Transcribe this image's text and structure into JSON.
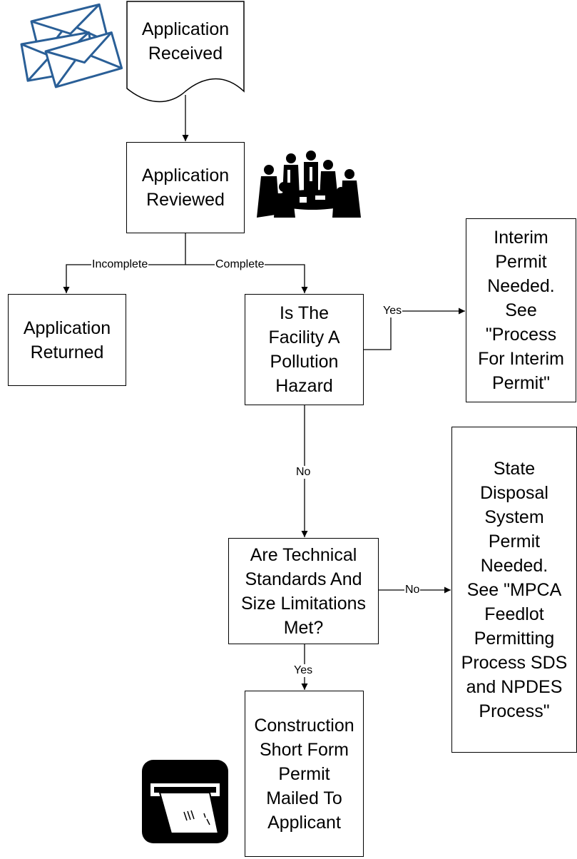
{
  "nodes": {
    "received": [
      "Application",
      "Received"
    ],
    "reviewed": [
      "Application",
      "Reviewed"
    ],
    "returned": [
      "Application",
      "Returned"
    ],
    "hazard": [
      "Is The",
      "Facility A",
      "Pollution",
      "Hazard"
    ],
    "interim": [
      "Interim",
      "Permit",
      "Needed.",
      "See",
      "\"Process",
      "For Interim",
      "Permit\""
    ],
    "standards": [
      "Are Technical",
      "Standards And",
      "Size Limitations",
      "Met?"
    ],
    "state": [
      "State",
      "Disposal",
      "System",
      "Permit",
      "Needed.",
      "See \"MPCA",
      "Feedlot",
      "Permitting",
      "Process SDS",
      "and NPDES",
      "Process\""
    ],
    "construction": [
      "Construction",
      "Short Form",
      "Permit",
      "Mailed To",
      "Applicant"
    ]
  },
  "edges": {
    "incomplete": "Incomplete",
    "complete": "Complete",
    "yes_hazard": "Yes",
    "no_hazard": "No",
    "no_standards": "No",
    "yes_standards": "Yes"
  },
  "icons": {
    "envelopes": "envelopes-icon",
    "meeting": "meeting-people-icon",
    "mail_slot": "mail-slot-icon"
  },
  "colors": {
    "envelope_blue": "#2a5f97",
    "line": "#000000"
  }
}
